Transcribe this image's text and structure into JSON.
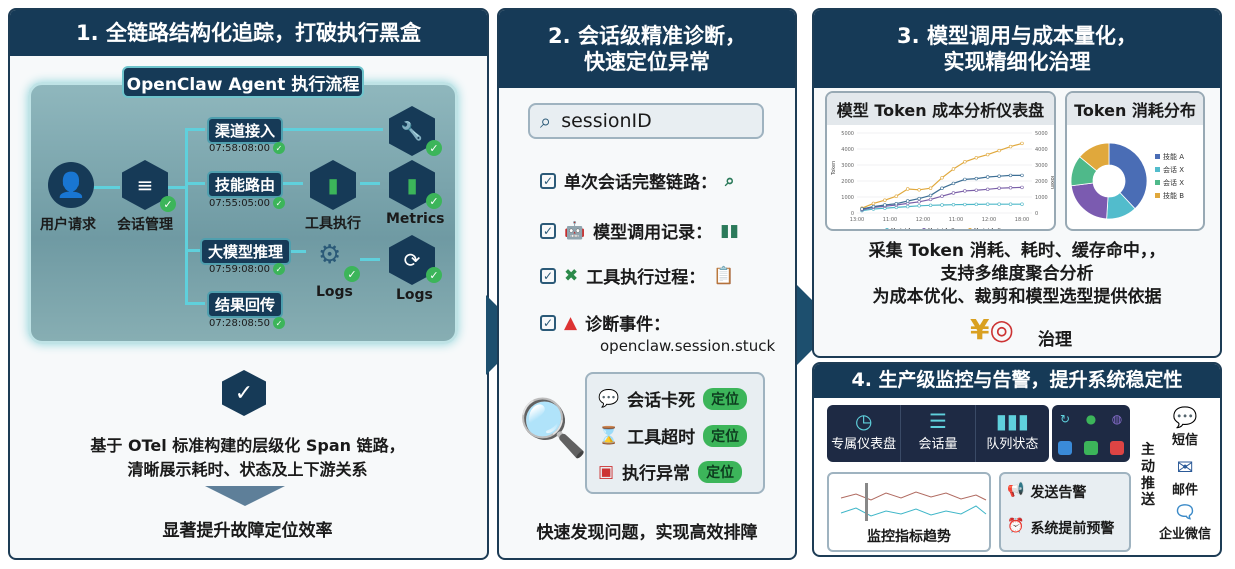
{
  "panel1": {
    "title": "1. 全链路结构化追踪，打破执行黑盒",
    "flow_title": "OpenClaw Agent 执行流程",
    "nodes": {
      "user": "用户请求",
      "session": "会话管理",
      "tool_exec": "工具执行",
      "metrics": "Metrics",
      "logs1": "Logs",
      "logs2": "Logs"
    },
    "branches": [
      {
        "label": "渠道接入",
        "time": "07:58:08:00"
      },
      {
        "label": "技能路由",
        "time": "07:55:05:00"
      },
      {
        "label": "大模型推理",
        "time": "07:59:08:00"
      },
      {
        "label": "结果回传",
        "time": "07:28:08:50"
      }
    ],
    "desc_line1": "基于 OTel 标准构建的层级化 Span 链路，",
    "desc_line2": "清晰展示耗时、状态及上下游关系",
    "result": "显著提升故障定位效率"
  },
  "panel2": {
    "title_line1": "2. 会话级精准诊断，",
    "title_line2": "快速定位异常",
    "search_value": "sessionID",
    "steps": [
      "单次会话完整链路：",
      "模型调用记录：",
      "工具执行过程：",
      "诊断事件："
    ],
    "event_name": "openclaw.session.stuck",
    "issues": [
      {
        "label": "会话卡死",
        "tag": "定位"
      },
      {
        "label": "工具超时",
        "tag": "定位"
      },
      {
        "label": "执行异常",
        "tag": "定位"
      }
    ],
    "result": "快速发现问题，实现高效排障"
  },
  "panel3": {
    "title_line1": "3. 模型调用与成本量化，",
    "title_line2": "实现精细化治理",
    "desc": [
      "采集 Token 消耗、耗时、缓存命中，，",
      "支持多维度聚合分析",
      "为成本优化、裁剪和模型选型提供依据"
    ],
    "governance": "治理"
  },
  "chart_data": [
    {
      "type": "line",
      "title": "模型 Token 成本分析仪表盘",
      "ylabel": "Token",
      "ylabel_right": "Token",
      "ylim": [
        0,
        5000
      ],
      "yticks": [
        "0",
        "1000",
        "2000",
        "3000",
        "4000",
        "5000"
      ],
      "xticks": [
        "13:00",
        "11:00",
        "12:00",
        "11:00",
        "12:00",
        "18:00"
      ],
      "series": [
        {
          "name": "Model A",
          "color": "#4fb8c8",
          "values": [
            150,
            250,
            300,
            350,
            400,
            450,
            480,
            500,
            520,
            530,
            540,
            550,
            550,
            550,
            550
          ]
        },
        {
          "name": "Model A, B",
          "color": "#7a5fa8",
          "values": [
            200,
            350,
            420,
            500,
            600,
            700,
            850,
            1050,
            1250,
            1380,
            1420,
            1480,
            1550,
            1580,
            1600
          ]
        },
        {
          "name": "Model A, C",
          "color": "#e0a83c",
          "values": [
            300,
            600,
            800,
            1050,
            1500,
            1450,
            1550,
            2200,
            2750,
            3200,
            3450,
            3650,
            3900,
            4150,
            4350
          ]
        },
        {
          "name": "",
          "color": "#3d6f95",
          "values": [
            250,
            400,
            500,
            580,
            750,
            900,
            1100,
            1550,
            1850,
            2100,
            2150,
            2250,
            2300,
            2350,
            2350
          ]
        }
      ]
    },
    {
      "type": "pie",
      "title": "Token 消耗分布",
      "slices": [
        {
          "name": "技能 A",
          "value": 38,
          "color": "#4a6db5"
        },
        {
          "name": "会话 X",
          "value": 13,
          "color": "#52bccc"
        },
        {
          "name": "",
          "value": 22,
          "color": "#7b5bb0"
        },
        {
          "name": "会话 X",
          "value": 13,
          "color": "#4fb98a"
        },
        {
          "name": "技能 B",
          "value": 14,
          "color": "#e0a83c"
        }
      ]
    }
  ],
  "panel4": {
    "title": "4. 生产级监控与告警，提升系统稳定性",
    "tiles": [
      "专属仪表盘",
      "会话量",
      "队列状态"
    ],
    "trend_label": "监控指标趋势",
    "alerts": [
      "发送告警",
      "系统提前预警"
    ],
    "push_label": "主动推送",
    "channels": [
      "短信",
      "邮件",
      "企业微信"
    ]
  }
}
